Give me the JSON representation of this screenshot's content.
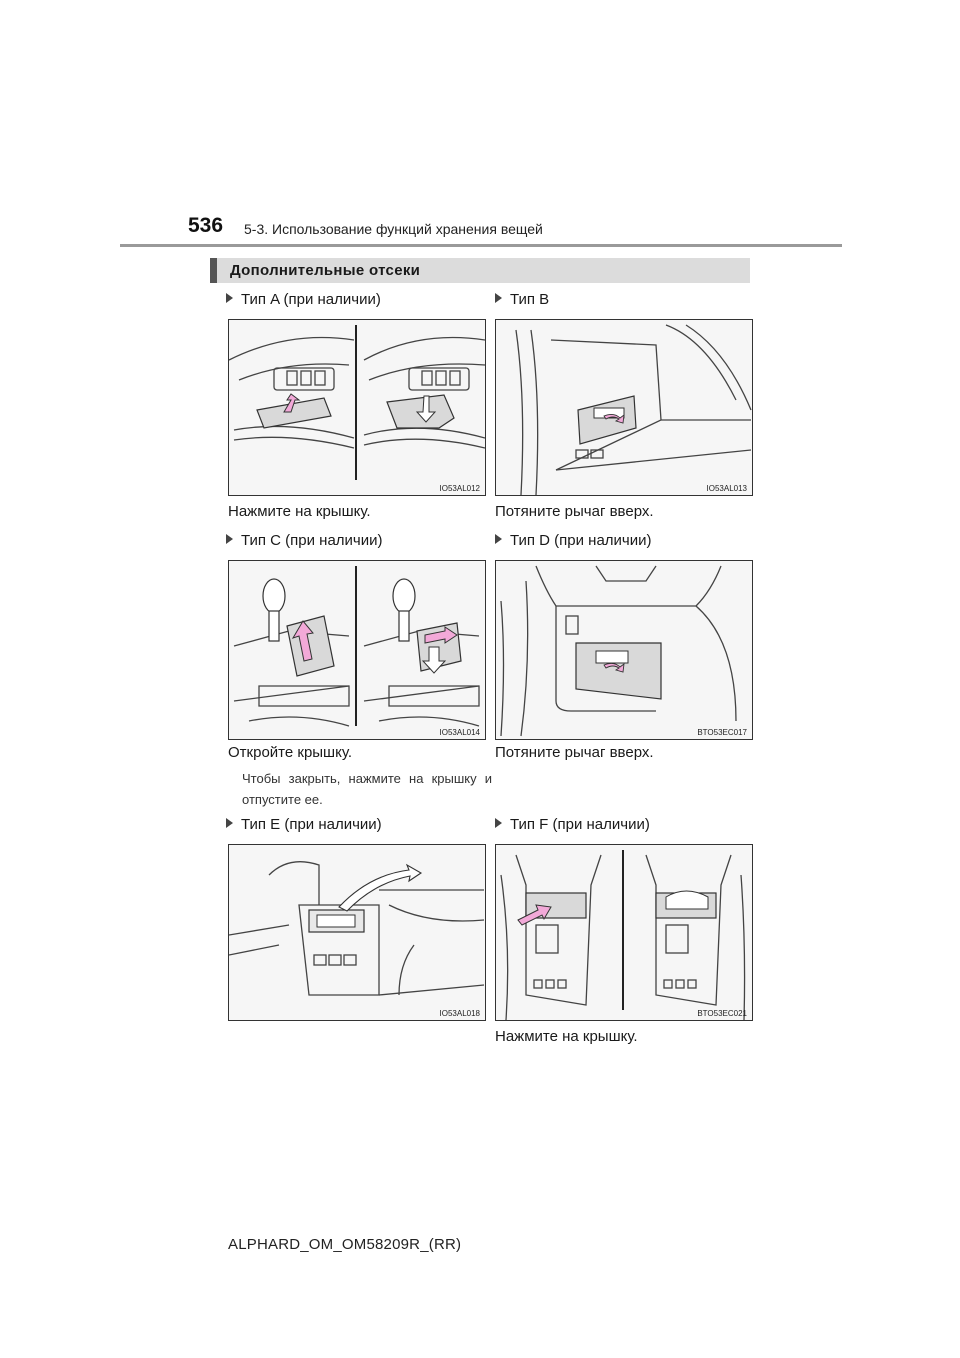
{
  "header": {
    "page_number": "536",
    "section_path": "5-3. Использование функций хранения вещей"
  },
  "section": {
    "title": "Дополнительные отсеки"
  },
  "items": [
    {
      "label": "Тип A (при наличии)",
      "code": "IO53AL012",
      "caption": "Нажмите на крышку."
    },
    {
      "label": "Тип B",
      "code": "IO53AL013",
      "caption": "Потяните рычаг вверх."
    },
    {
      "label": "Тип C (при наличии)",
      "code": "IO53AL014",
      "caption": "Откройте крышку.",
      "note": "Чтобы закрыть, нажмите на крышку и отпустите ее."
    },
    {
      "label": "Тип D (при наличии)",
      "code": "BTO53EC017",
      "caption": "Потяните рычаг вверх."
    },
    {
      "label": "Тип E (при наличии)",
      "code": "IO53AL018"
    },
    {
      "label": "Тип F (при наличии)",
      "code": "BTO53EC021",
      "caption": "Нажмите на крышку."
    }
  ],
  "footer": {
    "document_id": "ALPHARD_OM_OM58209R_(RR)"
  },
  "colors": {
    "arrow_fill": "#f2a9d8",
    "highlight_fill": "#d9d9d9",
    "section_bar": "#dcdcdc"
  },
  "icons": {
    "bullet": "triangle-right-icon"
  }
}
